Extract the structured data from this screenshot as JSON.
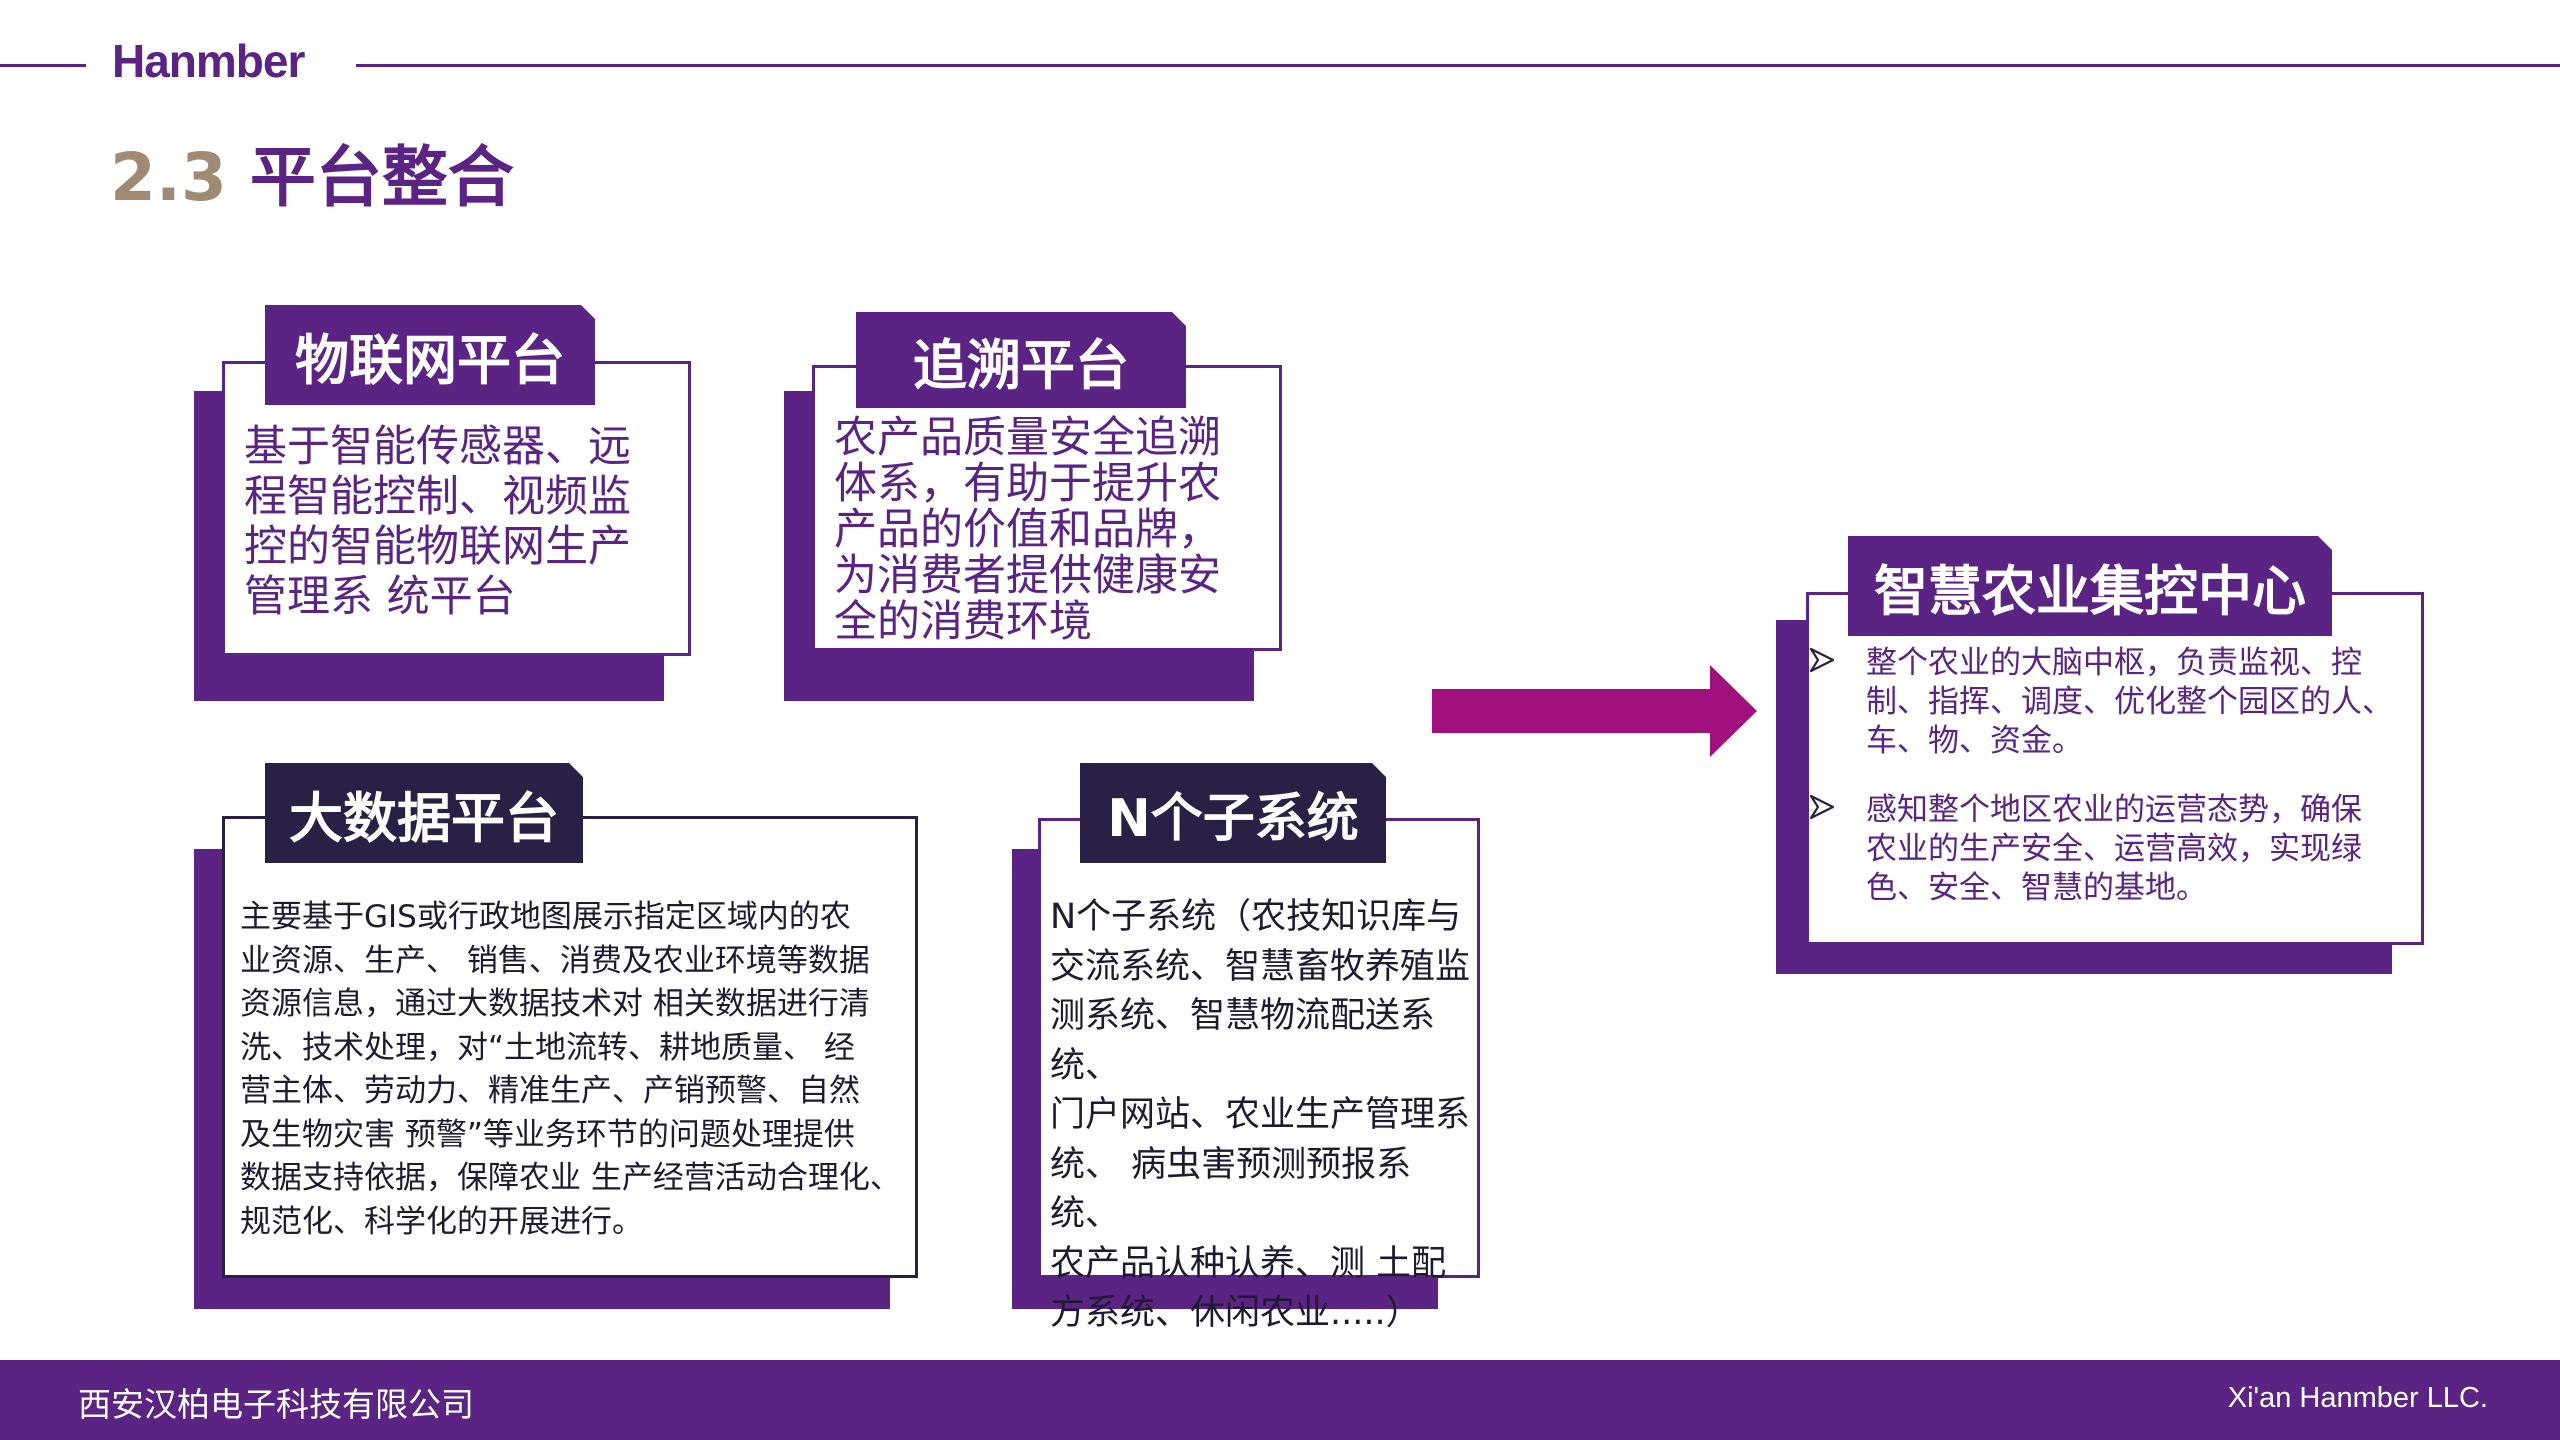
{
  "header": {
    "logo": "Hanmber",
    "title_number": "2.3",
    "title_text": "平台整合"
  },
  "cards": {
    "iot": {
      "title": "物联网平台",
      "lines": [
        "基于智能传感器、远",
        "程智能控制、视频监",
        "控的智能物联网生产",
        "管理系 统平台"
      ]
    },
    "trace": {
      "title": "追溯平台",
      "lines": [
        "农产品质量安全追溯",
        "体系，有助于提升农",
        "产品的价值和品牌，",
        "为消费者提供健康安",
        "全的消费环境"
      ]
    },
    "bigdata": {
      "title": "大数据平台",
      "lines": [
        "主要基于GIS或行政地图展示指定区域内的农",
        "业资源、生产、 销售、消费及农业环境等数据",
        "资源信息，通过大数据技术对 相关数据进行清",
        "洗、技术处理，对“土地流转、耕地质量、 经",
        "营主体、劳动力、精准生产、产销预警、自然",
        "及生物灾害 预警”等业务环节的问题处理提供",
        "数据支持依据，保障农业 生产经营活动合理化、",
        "规范化、科学化的开展进行。"
      ]
    },
    "subsystems": {
      "title": "N个子系统",
      "lines": [
        "N个子系统（农技知识库与",
        "交流系统、智慧畜牧养殖监",
        "测系统、智慧物流配送系统、",
        "门户网站、农业生产管理系",
        "统、 病虫害预测预报系统、",
        "农产品认种认养、测 土配",
        "方系统、休闲农业.....）"
      ]
    },
    "center": {
      "title": "智慧农业集控中心",
      "bullets": [
        [
          "整个农业的大脑中枢，负责监视、控",
          "制、指挥、调度、优化整个园区的人、",
          "车、物、资金。"
        ],
        [
          "感知整个地区农业的运营态势，确保",
          "农业的生产安全、运营高效，实现绿",
          "色、安全、智慧的基地。"
        ]
      ]
    }
  },
  "footer": {
    "company_cn": "西安汉柏电子科技有限公司",
    "company_en": "Xi'an Hanmber LLC."
  },
  "colors": {
    "primary_purple": "#5b2383",
    "dark_navy": "#2a1f45",
    "arrow_magenta": "#a0117d",
    "title_number_tan": "#a08a73"
  },
  "icons": {
    "arrow": "right-arrow-icon",
    "bullet": "arrowhead-bullet-icon"
  }
}
